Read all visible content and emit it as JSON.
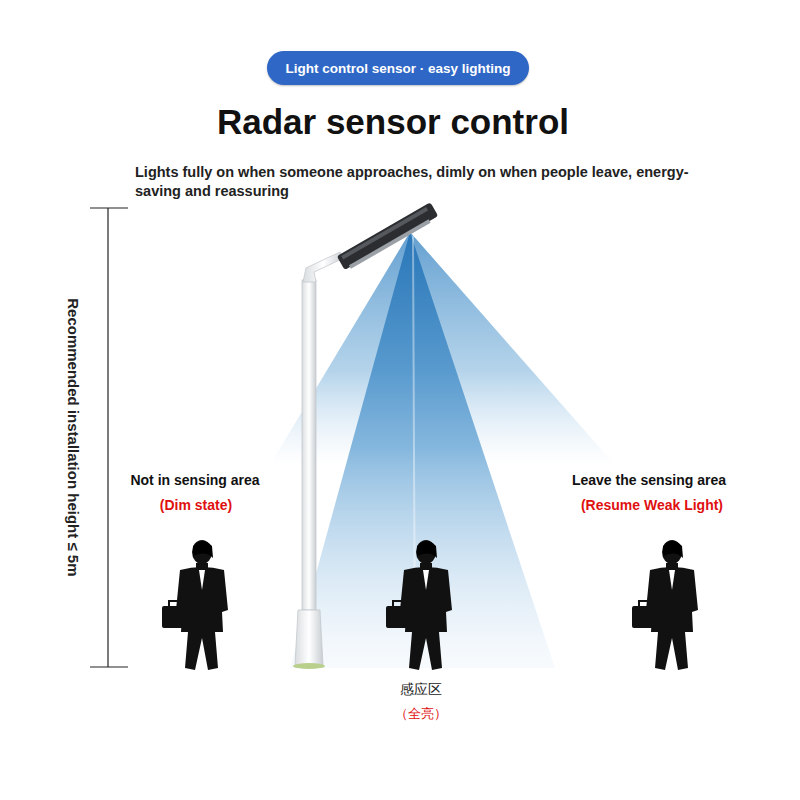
{
  "diagram": {
    "title": "Radar sensor control",
    "nodes": [
      {
        "text": [
          "Light control sensor · easy lighting"
        ]
      }
    ],
    "labels": [
      "Lights fully on when someone approaches, dimly on when people leave, energy-saving and reassuring",
      "Recommended installation height ≤ 5m",
      "Not in sensing area",
      "(Dim state)",
      "感应区",
      "（全亮）",
      "Leave the sensing area",
      "(Resume Weak Light)"
    ]
  }
}
